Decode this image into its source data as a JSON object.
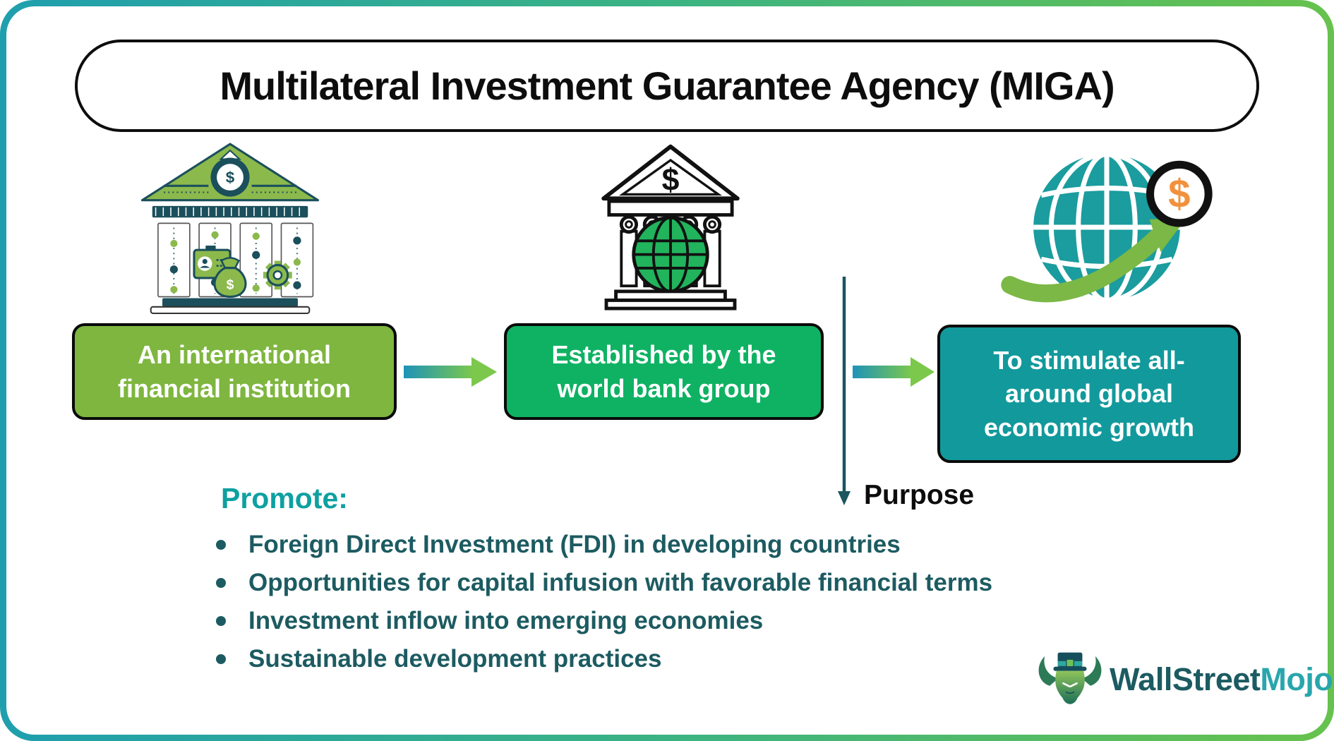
{
  "title": "Multilateral Investment Guarantee Agency (MIGA)",
  "flow": {
    "steps": [
      {
        "label": "An international financial institution",
        "fill": "#7eb63f",
        "icon": "financial-institution-icon"
      },
      {
        "label": "Established by the world bank group",
        "fill": "#0fb263",
        "icon": "world-bank-icon"
      },
      {
        "label": "To stimulate all-around global economic growth",
        "fill": "#12999c",
        "icon": "global-growth-icon"
      }
    ],
    "purpose_label": "Purpose"
  },
  "promote": {
    "heading": "Promote:",
    "items": [
      "Foreign Direct Investment (FDI) in developing countries",
      "Opportunities for capital infusion with favorable financial terms",
      "Investment inflow into emerging economies",
      "Sustainable development practices"
    ]
  },
  "icons": {
    "dollar_glyph": "$"
  },
  "logo": {
    "part1": "WallStreet",
    "part2": "Mojo"
  },
  "colors": {
    "frame_gradient_start": "#1f9fae",
    "frame_gradient_end": "#67c24d",
    "arrow_gradient_start": "#1e93b8",
    "arrow_gradient_end": "#7cc84c",
    "purpose_line": "#1b5560",
    "bullet_text": "#1c5b61",
    "promote_heading": "#0fa0a1",
    "title_text": "#0d0d0d",
    "box_text": "#ffffff",
    "logo_dark": "#1c5b61",
    "logo_teal": "#29a6ad",
    "icon1_green": "#8cb94c",
    "icon1_dark_teal": "#1b4f5c",
    "icon2_globe_green": "#21b45c",
    "icon3_globe_teal": "#1b9c9e",
    "icon3_swoosh_green": "#7cb845",
    "icon3_dollar_orange": "#f2913d"
  }
}
